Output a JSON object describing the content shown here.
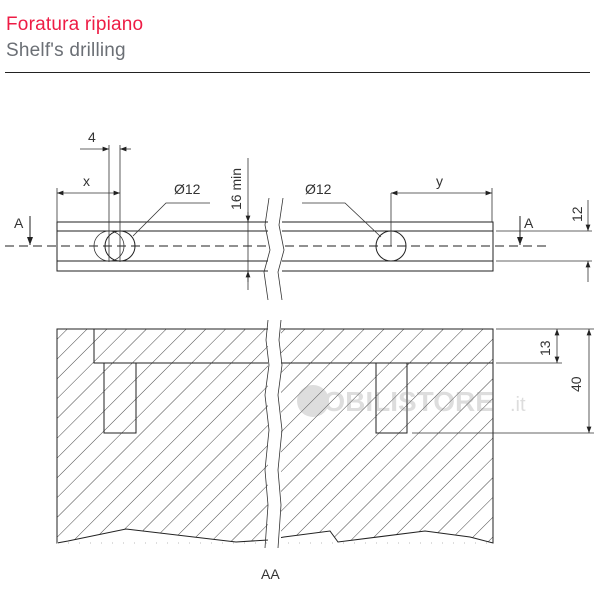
{
  "header": {
    "title": "Foratura ripiano",
    "subtitle": "Shelf's drilling"
  },
  "colors": {
    "title": "#ee1c45",
    "subtitle": "#6b6f75",
    "lines": "#222222"
  },
  "top_view": {
    "dim_hole_offset": "4",
    "dim_x": "x",
    "dim_y": "y",
    "hole_left_label": "Ø12",
    "hole_right_label": "Ø12",
    "dim_min_thickness": "16 min",
    "dim_depth_12": "12",
    "section_left": "A",
    "section_right": "A"
  },
  "section_view": {
    "dim_13": "13",
    "dim_40": "40",
    "label": "AA"
  },
  "watermark": {
    "text": "MOBILISTORE",
    "suffix": ".it"
  }
}
